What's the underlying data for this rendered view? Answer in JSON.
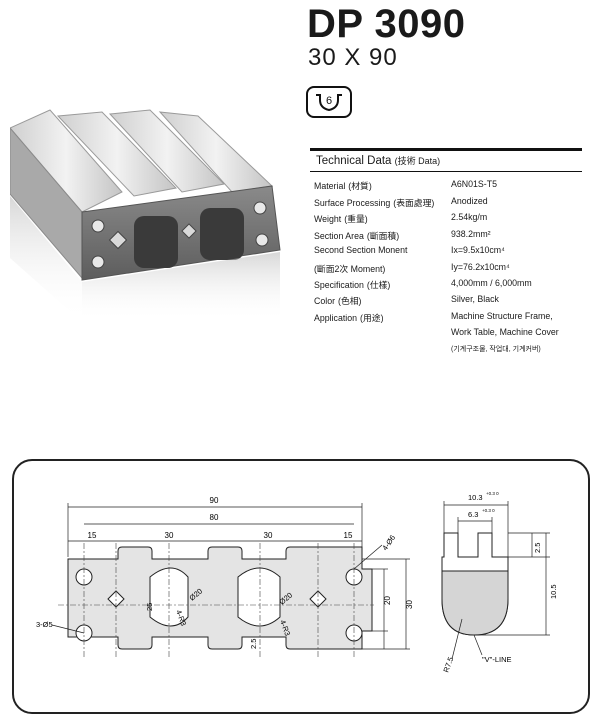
{
  "product": {
    "title": "DP 3090",
    "subtitle": "30 X 90"
  },
  "tech": {
    "heading": "Technical Data",
    "heading_sub": "(技術 Data)",
    "rows": [
      {
        "label": "Material",
        "label_sub": "(材質)",
        "value": "A6N01S-T5"
      },
      {
        "label": "Surface Processing",
        "label_sub": "(表面處理)",
        "value": "Anodized"
      },
      {
        "label": "Weight",
        "label_sub": "(重量)",
        "value": "2.54kg/m"
      },
      {
        "label": "Section Area",
        "label_sub": "(斷面積)",
        "value": "938.2mm²"
      },
      {
        "label": "Second Section Monent",
        "label_sub": "",
        "value": "Ix=9.5x10cm⁴"
      },
      {
        "label": "(斷面2次 Moment)",
        "label_sub": "",
        "value": "Iy=76.2x10cm⁴"
      },
      {
        "label": "Specification",
        "label_sub": "(仕樣)",
        "value": "4,000mm / 6,000mm"
      },
      {
        "label": "Color",
        "label_sub": "(色相)",
        "value": "Silver, Black"
      },
      {
        "label": "Application",
        "label_sub": "(用途)",
        "value": "Machine Structure Frame,"
      },
      {
        "label": "",
        "label_sub": "",
        "value": "Work Table, Machine Cover"
      },
      {
        "label": "",
        "label_sub": "",
        "value": "(기계구조물, 작업대, 기계커버)"
      }
    ]
  },
  "drawing": {
    "dims": {
      "d90": "90",
      "d80": "80",
      "d15a": "15",
      "d30a": "30",
      "d30b": "30",
      "d15b": "15",
      "d4_6": "4-Ø6",
      "d3_5": "3-Ø5",
      "d20a": "Ø20",
      "d20b": "Ø20",
      "d25": "25",
      "d4r3a": "4-R3",
      "d4r3b": "4-R3",
      "d2_5a": "2.5",
      "d20v": "20",
      "d30v": "30",
      "d10_3": "10.3",
      "d10_3_tol": "+0.3 0",
      "d6_3": "6.3",
      "d6_3_tol": "+0.3 0",
      "d2_5b": "2.5",
      "d10_5": "10.5",
      "r7_5": "R7.5",
      "vline": "\"V\"-LINE"
    }
  }
}
